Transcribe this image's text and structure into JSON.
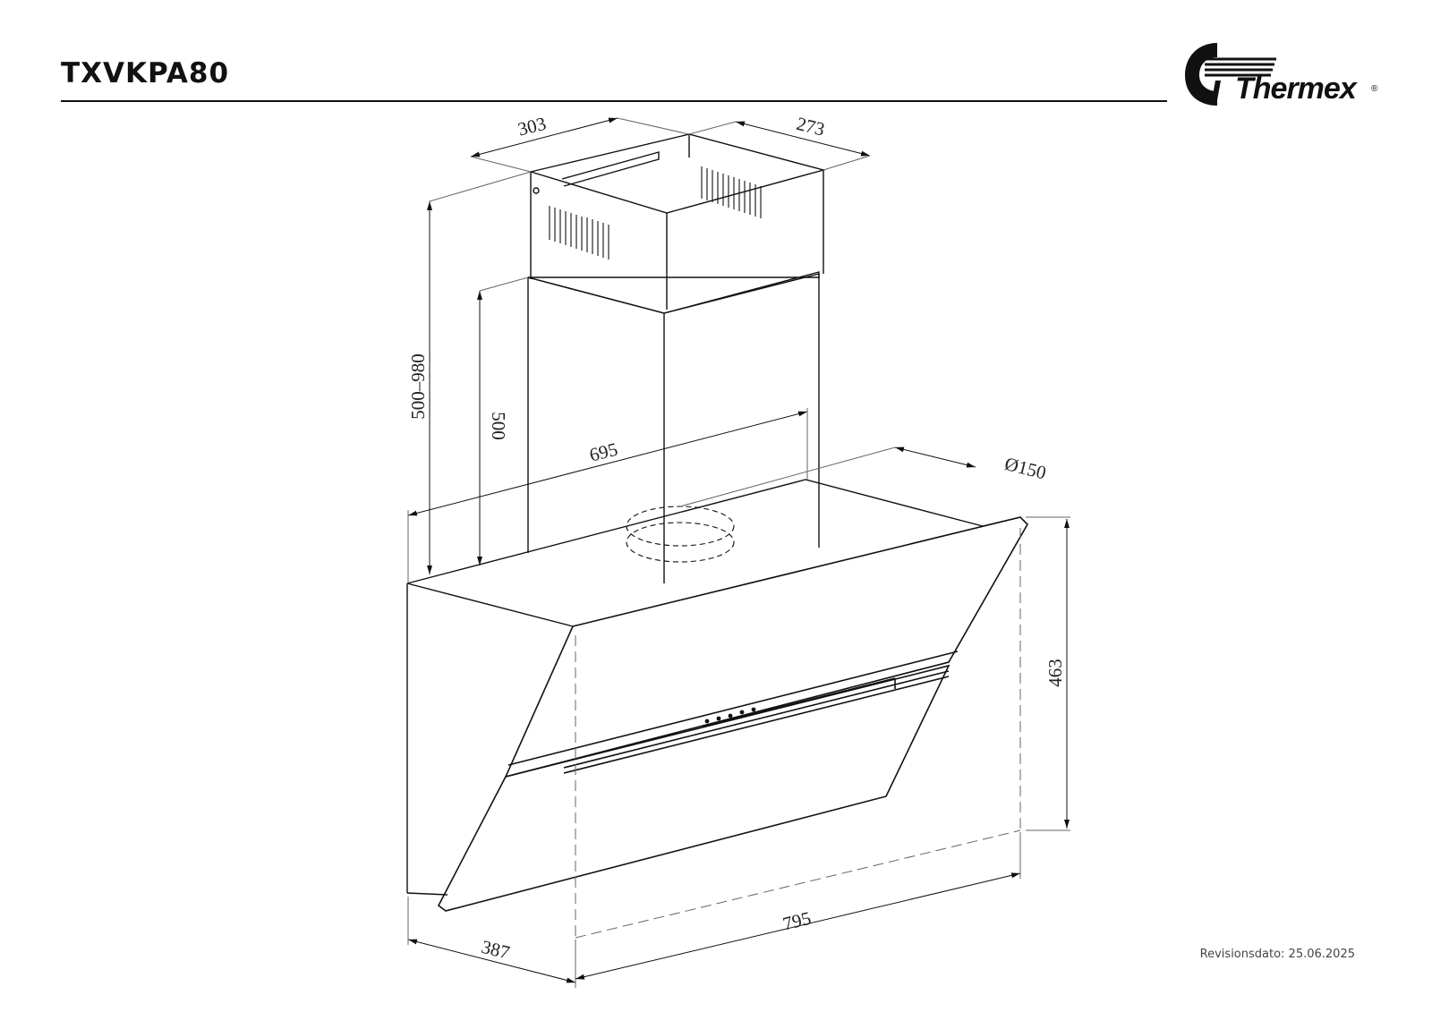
{
  "header": {
    "model": "TXVKPA80"
  },
  "brand": {
    "name": "Thermex",
    "registered_mark": "®"
  },
  "footer": {
    "revision": "Revisionsdato: 25.06.2025"
  },
  "dimensions": {
    "chimney_depth": "303",
    "chimney_width": "273",
    "total_height_range": "500–980",
    "chimney_height": "500",
    "body_depth": "695",
    "outlet_diameter": "Ø150",
    "glass_height": "463",
    "side_depth": "387",
    "width": "795"
  },
  "colors": {
    "line": "#111111",
    "dim_line": "#666666"
  }
}
